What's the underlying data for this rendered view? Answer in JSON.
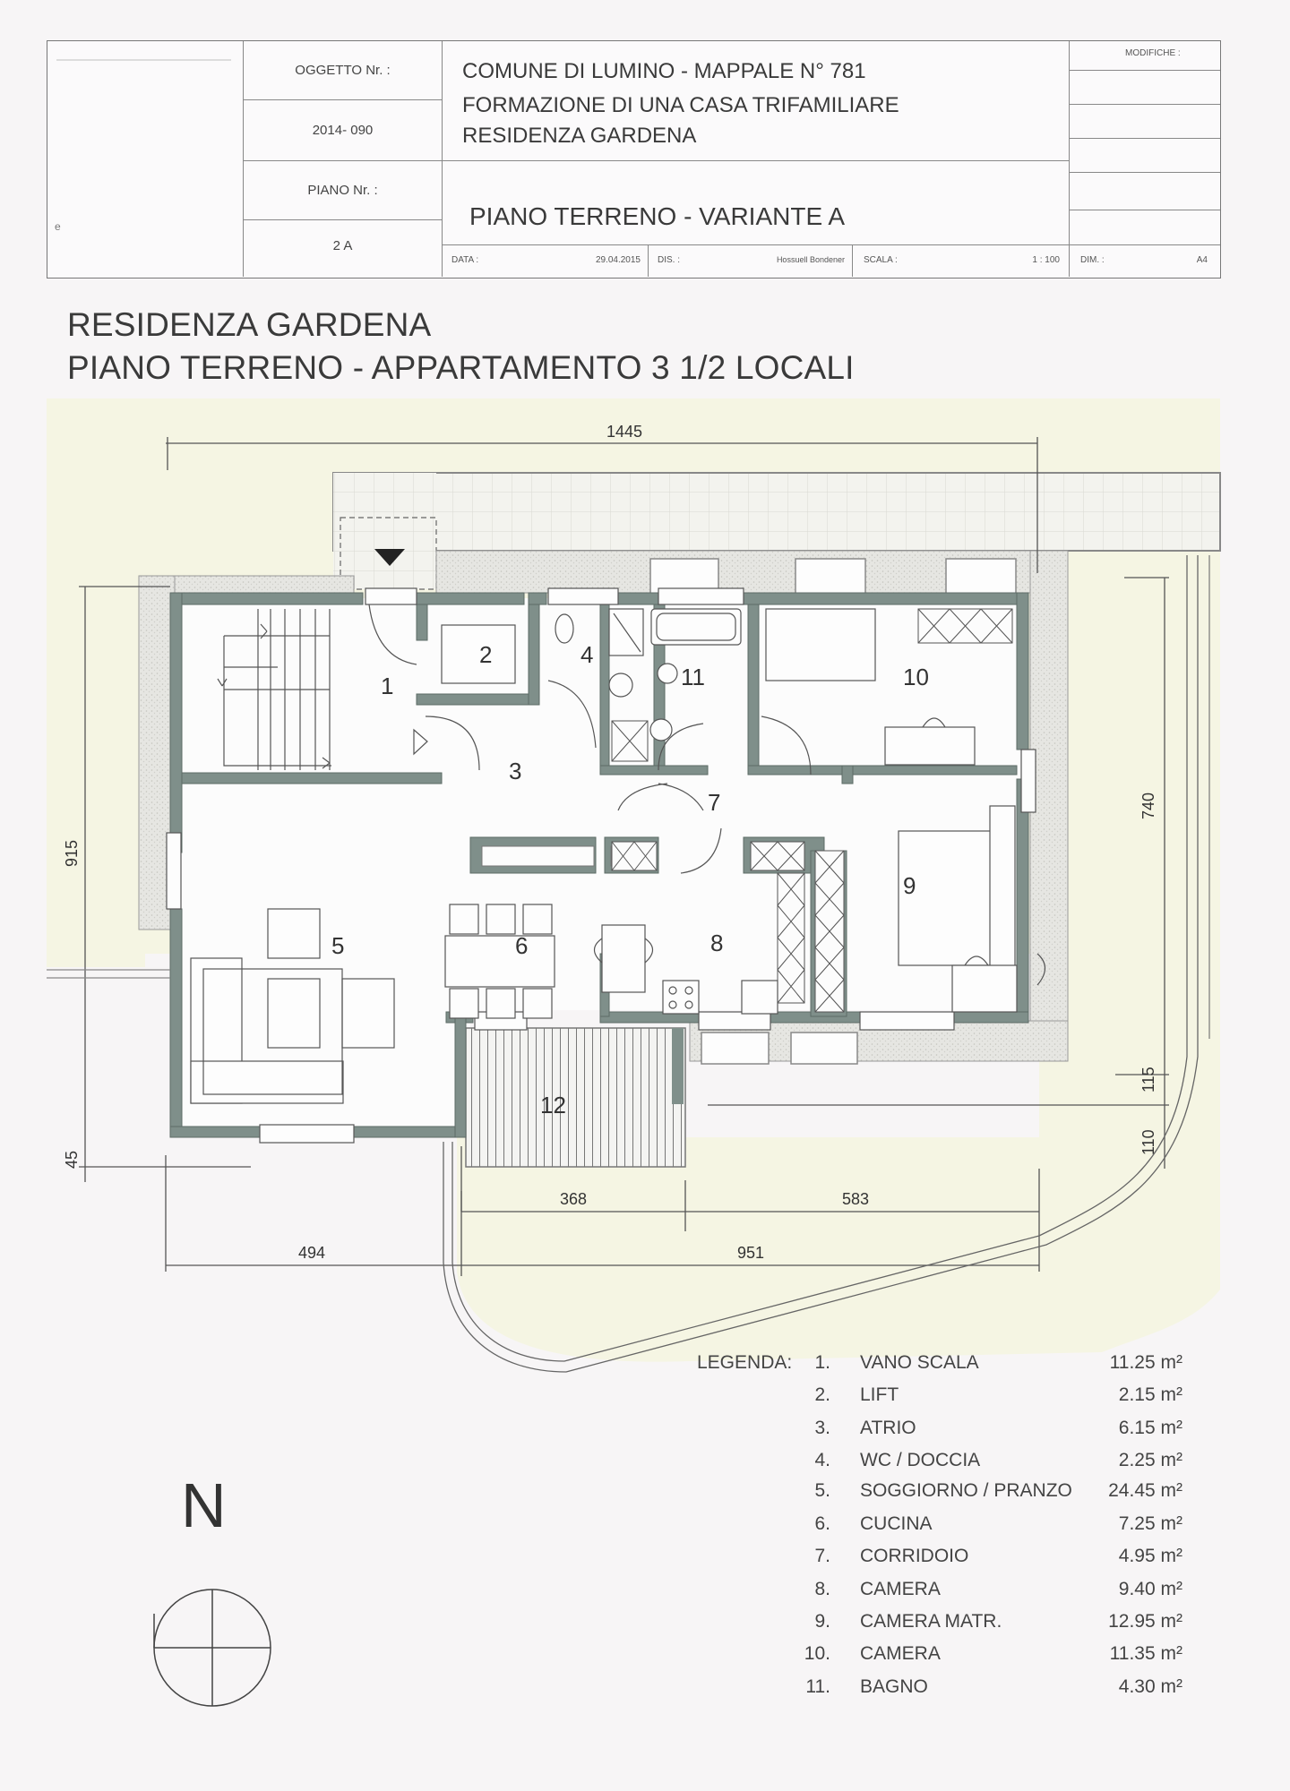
{
  "title_block": {
    "oggetto_label": "OGGETTO Nr. :",
    "oggetto_value": "2014- 090",
    "piano_label": "PIANO Nr. :",
    "piano_value": "2 A",
    "project_line1": "COMUNE DI LUMINO  - MAPPALE N° 781",
    "project_line2": "FORMAZIONE DI UNA CASA TRIFAMILIARE",
    "project_line3": "RESIDENZA GARDENA",
    "sheet_title": "PIANO TERRENO - VARIANTE A",
    "modifiche_label": "MODIFICHE :",
    "data_label": "DATA :",
    "data_value": "29.04.2015",
    "dis_label": "DIS. :",
    "dis_value": "Hossuell Bondener",
    "scala_label": "SCALA :",
    "scala_value": "1 : 100",
    "dim_label": "DIM. :",
    "dim_value": "A4",
    "left_mark": "e"
  },
  "heading": {
    "line1": "RESIDENZA GARDENA",
    "line2": "PIANO TERRENO  -  APPARTAMENTO  3 1/2  LOCALI"
  },
  "plan": {
    "room_labels": [
      "1",
      "2",
      "3",
      "4",
      "5",
      "6",
      "7",
      "8",
      "9",
      "10",
      "11",
      "12"
    ],
    "dimensions": {
      "top_total": "1445",
      "left_height": "915",
      "left_bottom": "45",
      "right_height": "740",
      "right_mid": "115",
      "right_bottom": "110",
      "bottom_terrace": "368",
      "bottom_garden": "583",
      "bottom_left": "494",
      "bottom_right": "951"
    },
    "colors": {
      "garden": "#f5f5e3",
      "wall": "#7f8f8a",
      "gravel": "#e4e4e0",
      "line": "#555555"
    }
  },
  "north_arrow": {
    "label": "N"
  },
  "legend": {
    "title": "LEGENDA:",
    "items": [
      {
        "num": "1.",
        "name": "VANO SCALA",
        "area": "11.25 m²"
      },
      {
        "num": "2.",
        "name": "LIFT",
        "area": "2.15 m²"
      },
      {
        "num": "3.",
        "name": "ATRIO",
        "area": "6.15 m²"
      },
      {
        "num": "4.",
        "name": "WC / DOCCIA",
        "area": "2.25 m²"
      },
      {
        "num": "5.",
        "name": "SOGGIORNO / PRANZO",
        "area": "24.45 m²"
      },
      {
        "num": "6.",
        "name": "CUCINA",
        "area": "7.25 m²"
      },
      {
        "num": "7.",
        "name": "CORRIDOIO",
        "area": "4.95 m²"
      },
      {
        "num": "8.",
        "name": "CAMERA",
        "area": "9.40 m²"
      },
      {
        "num": "9.",
        "name": "CAMERA MATR.",
        "area": "12.95 m²"
      },
      {
        "num": "10.",
        "name": "CAMERA",
        "area": "11.35 m²"
      },
      {
        "num": "11.",
        "name": "BAGNO",
        "area": "4.30 m²"
      }
    ]
  }
}
